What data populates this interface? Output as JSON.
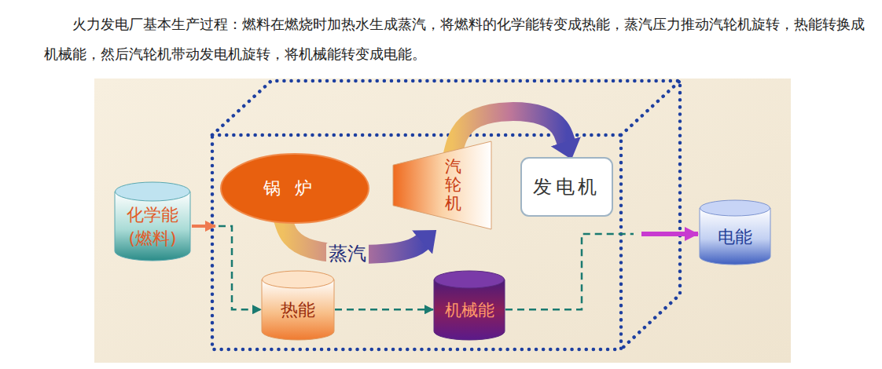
{
  "diagram": {
    "title": "火力发电厂基本生产过程：燃料在燃烧时加热水生成蒸汽，将燃料的化学能转变成热能，蒸汽压力推动汽轮机旋转，热能转换成机械能，然后汽轮机带动发电机旋转，将机械能转变成电能。",
    "nodes": [
      {
        "text": [
          "化学能 (燃料)"
        ]
      },
      {
        "text": [
          "锅炉"
        ]
      },
      {
        "text": [
          "汽轮机"
        ]
      },
      {
        "text": [
          "发电机"
        ]
      },
      {
        "text": [
          "热能"
        ]
      },
      {
        "text": [
          "机械能"
        ]
      },
      {
        "text": [
          "电能"
        ]
      }
    ],
    "edges": [
      {
        "from": 1,
        "to": 2,
        "label": "蒸汽",
        "arrow": "to"
      },
      {
        "from": 2,
        "to": 3,
        "arrow": "to"
      },
      {
        "from": 0,
        "to": 4,
        "arrow": "to"
      },
      {
        "from": 4,
        "to": 5,
        "arrow": "to"
      },
      {
        "from": 5,
        "to": 6,
        "arrow": "to"
      }
    ]
  }
}
